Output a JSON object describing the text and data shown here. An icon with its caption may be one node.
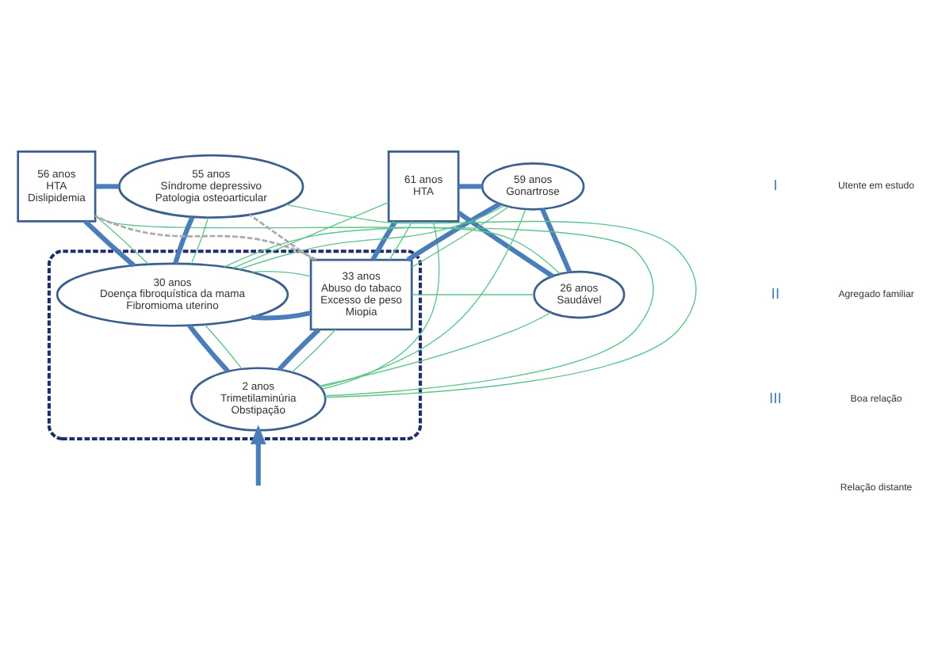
{
  "diagram": {
    "nodes": [
      {
        "text": [
          "61 anos",
          "HTA"
        ]
      },
      {
        "text": [
          "59 anos",
          "Gonartrose"
        ]
      },
      {
        "text": [
          "26 anos",
          "Saudável"
        ]
      },
      {
        "text": [
          "56 anos",
          "HTA",
          "Dislipidemia"
        ]
      },
      {
        "text": [
          "55 anos",
          "Síndrome depressivo",
          "Patologia osteoarticular"
        ]
      },
      {
        "text": [],
        "shape": "ellipse"
      },
      {
        "text": [
          "33 anos",
          "Abuso do tabaco",
          "Excesso de peso",
          "Miopia"
        ],
        "in": 5
      },
      {
        "text": [
          "30 anos",
          "Doença fibroquística da mama",
          "Fibromioma uterino"
        ],
        "in": 5
      },
      {
        "text": [
          "2 anos",
          "Trimetilaminúria",
          "Obstipação"
        ],
        "in": 5
      }
    ],
    "edges": [
      {
        "from": 0,
        "to": 1,
        "arrow": "none",
        "style": "thick",
        "color": "#4a7ebb"
      },
      {
        "from": 0,
        "to": 6,
        "arrow": "none",
        "style": "thick",
        "color": "#4a7ebb"
      },
      {
        "from": 1,
        "to": 6,
        "arrow": "none",
        "style": "thick",
        "color": "#4a7ebb"
      },
      {
        "from": 0,
        "to": 2,
        "arrow": "none",
        "style": "thick",
        "color": "#4a7ebb"
      },
      {
        "from": 1,
        "to": 2,
        "arrow": "none",
        "style": "thick",
        "color": "#4a7ebb"
      },
      {
        "from": 3,
        "to": 4,
        "arrow": "none",
        "style": "thick",
        "color": "#4a7ebb"
      },
      {
        "from": 3,
        "to": 7,
        "arrow": "none",
        "style": "thick",
        "color": "#4a7ebb"
      },
      {
        "from": 4,
        "to": 7,
        "arrow": "none",
        "style": "thick",
        "color": "#4a7ebb"
      },
      {
        "from": 6,
        "to": 7,
        "arrow": "none",
        "style": "thick",
        "color": "#4a7ebb"
      },
      {
        "from": 6,
        "to": 8,
        "arrow": "none",
        "style": "thick",
        "color": "#4a7ebb"
      },
      {
        "from": 7,
        "to": 8,
        "arrow": "none",
        "style": "thick",
        "color": "#4a7ebb"
      },
      {
        "from": 0,
        "to": 6,
        "arrow": "none",
        "color": "#5cc48a"
      },
      {
        "from": 0,
        "to": 7,
        "arrow": "none",
        "color": "#5cc48a"
      },
      {
        "from": 0,
        "to": 8,
        "arrow": "none",
        "color": "#5cc48a"
      },
      {
        "from": 1,
        "to": 6,
        "arrow": "none",
        "color": "#5cc48a"
      },
      {
        "from": 1,
        "to": 7,
        "arrow": "none",
        "color": "#5cc48a"
      },
      {
        "from": 1,
        "to": 8,
        "arrow": "none",
        "color": "#5cc48a"
      },
      {
        "from": 2,
        "to": 6,
        "arrow": "none",
        "color": "#5cc48a"
      },
      {
        "from": 2,
        "to": 7,
        "arrow": "none",
        "color": "#5cc48a"
      },
      {
        "from": 2,
        "to": 8,
        "arrow": "none",
        "color": "#5cc48a"
      },
      {
        "from": 3,
        "to": 7,
        "arrow": "none",
        "color": "#5cc48a"
      },
      {
        "from": 3,
        "to": 8,
        "arrow": "none",
        "color": "#5cc48a"
      },
      {
        "from": 4,
        "to": 7,
        "arrow": "none",
        "color": "#5cc48a"
      },
      {
        "from": 4,
        "to": 8,
        "arrow": "none",
        "color": "#5cc48a"
      },
      {
        "from": 6,
        "to": 7,
        "arrow": "none",
        "color": "#5cc48a"
      },
      {
        "from": 6,
        "to": 8,
        "arrow": "none",
        "color": "#5cc48a"
      },
      {
        "from": 7,
        "to": 8,
        "arrow": "none",
        "color": "#5cc48a"
      },
      {
        "from": 6,
        "to": 3,
        "arrow": "none",
        "style": "dashed",
        "color": "#aaaaaa"
      },
      {
        "from": 6,
        "to": 4,
        "arrow": "none",
        "style": "dashed",
        "color": "#aaaaaa"
      },
      {
        "from": null,
        "to": 8,
        "arrow": "to",
        "style": "thick",
        "color": "#4a7ebb"
      }
    ],
    "labels": [
      "I",
      "II",
      "III"
    ],
    "legend": [
      {
        "text": "Utente em estudo"
      },
      {
        "text": "Agregado familiar"
      },
      {
        "text": "Boa relação"
      },
      {
        "text": "Relação distante"
      }
    ]
  }
}
